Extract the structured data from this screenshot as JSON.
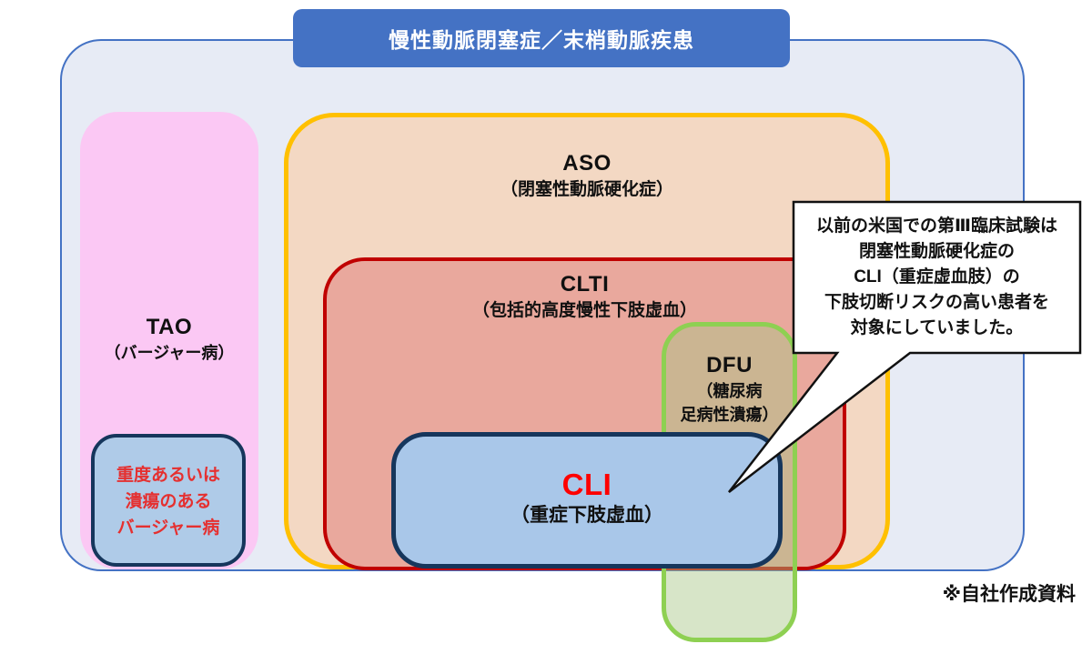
{
  "title": "慢性動脈閉塞症／末梢動脈疾患",
  "regions": {
    "tao": {
      "abbr": "TAO",
      "sub": "（バージャー病）"
    },
    "aso": {
      "abbr": "ASO",
      "sub": "（閉塞性動脈硬化症）"
    },
    "clti": {
      "abbr": "CLTI",
      "sub": "（包括的高度慢性下肢虚血）"
    },
    "dfu": {
      "abbr": "DFU",
      "sub1": "（糖尿病",
      "sub2": "足病性潰瘍）"
    },
    "cli": {
      "abbr": "CLI",
      "sub": "（重症下肢虚血）"
    },
    "severe_buerger": {
      "line1": "重度あるいは",
      "line2": "潰瘍のある",
      "line3": "バージャー病"
    }
  },
  "callout": {
    "line1": "以前の米国での第Ⅲ臨床試験は",
    "line2": "閉塞性動脈硬化症の",
    "line3": "CLI（重症虚血肢）の",
    "line4": "下肢切断リスクの高い患者を",
    "line5": "対象にしていました。"
  },
  "source_note": "※自社作成資料",
  "colors": {
    "container_fill": "#e7ebf5",
    "container_border": "#4472c4",
    "title_fill": "#4472c4",
    "title_text": "#ffffff",
    "tao_fill": "#fbc8f4",
    "aso_fill": "#f3d8c3",
    "aso_border": "#ffc000",
    "clti_fill": "#e9a89d",
    "clti_border": "#c00000",
    "dfu_border": "#8ed052",
    "cli_fill": "#a9c7e9",
    "cli_border": "#16365c",
    "cli_text": "#fe0000",
    "severe_text": "#e53030",
    "callout_border": "#111111"
  }
}
